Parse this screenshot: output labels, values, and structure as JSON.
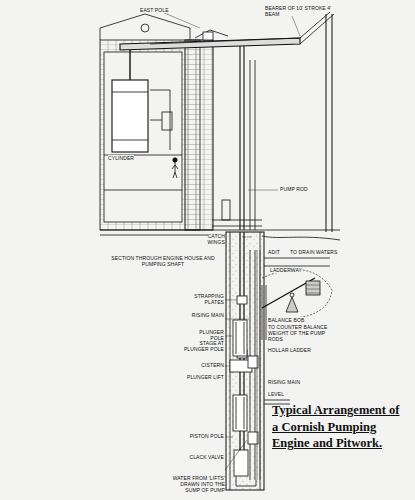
{
  "diagram": {
    "title": "Typical Arrangement of a Cornish Pumping Engine and Pitwork.",
    "labels": [
      "EAST POLE",
      "BEARER OF 10' STROKE 4' BEAM",
      "CYLINDER",
      "PUMP ROD",
      "SECTION THROUGH ENGINE HOUSE AND PUMPING SHAFT",
      "CATCH WINGS",
      "ADIT",
      "TO DRAIN WATERS",
      "LADDERWAY",
      "STRAPPING PLATES",
      "BALANCE BOB",
      "TO COUNTER BALANCE WEIGHT OF THE PUMP RODS",
      "RISING MAIN",
      "PLUNGER POLE",
      "STAGE AT PLUNGER POLE",
      "CISTERN",
      "PLUNGER LIFT",
      "HOLLAR LADDER",
      "RISING MAIN",
      "LEVEL",
      "PISTON POLE",
      "CLACK VALVE",
      "WATER FROM 'LIFTS' DRAWN INTO THE SUMP OF PUMP"
    ]
  }
}
